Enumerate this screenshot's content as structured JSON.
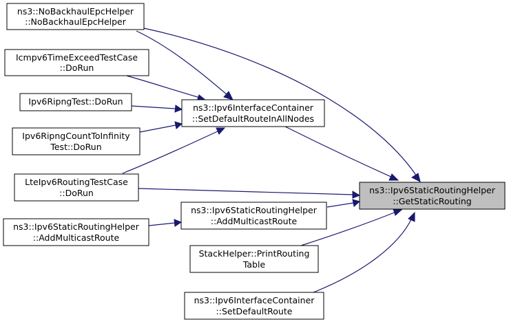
{
  "nodes": {
    "no_backhaul": {
      "line1": "ns3::NoBackhaulEpcHelper",
      "line2": "::NoBackhaulEpcHelper"
    },
    "icmp": {
      "line1": "Icmpv6TimeExceedTestCase",
      "line2": "::DoRun"
    },
    "ripng": {
      "line1": "Ipv6RipngTest::DoRun"
    },
    "ripng_count": {
      "line1": "Ipv6RipngCountToInfinity",
      "line2": "Test::DoRun"
    },
    "lte": {
      "line1": "LteIpv6RoutingTestCase",
      "line2": "::DoRun"
    },
    "static_left": {
      "line1": "ns3::Ipv6StaticRoutingHelper",
      "line2": "::AddMulticastRoute"
    },
    "set_default_all": {
      "line1": "ns3::Ipv6InterfaceContainer",
      "line2": "::SetDefaultRouteInAllNodes"
    },
    "static_mid": {
      "line1": "ns3::Ipv6StaticRoutingHelper",
      "line2": "::AddMulticastRoute"
    },
    "stack_helper": {
      "line1": "StackHelper::PrintRouting",
      "line2": "Table"
    },
    "set_default": {
      "line1": "ns3::Ipv6InterfaceContainer",
      "line2": "::SetDefaultRoute"
    },
    "focus": {
      "line1": "ns3::Ipv6StaticRoutingHelper",
      "line2": "::GetStaticRouting"
    }
  },
  "colors": {
    "edge": "#191970",
    "focus_fill": "#bfbfbf",
    "node_fill": "#ffffff",
    "border": "#000000"
  }
}
